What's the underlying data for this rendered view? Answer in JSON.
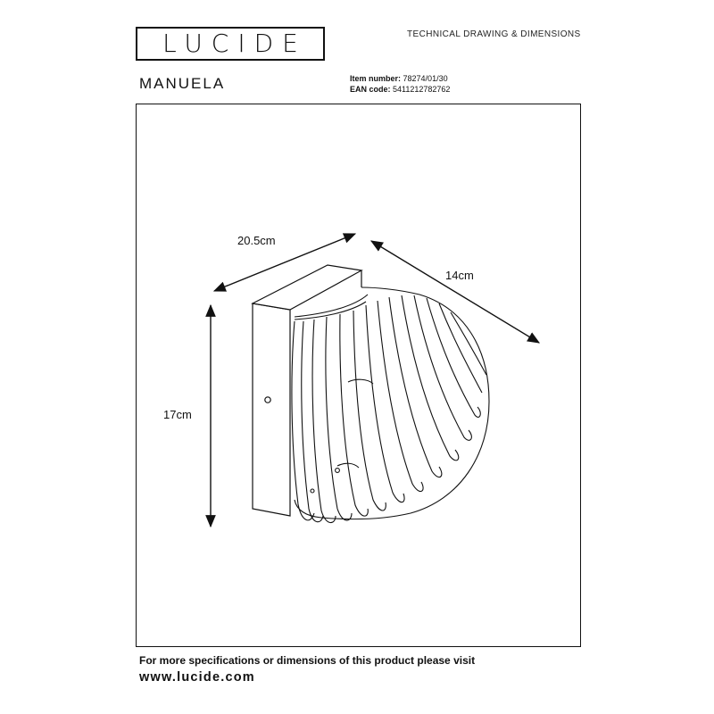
{
  "brand": {
    "logo": "LUCIDE"
  },
  "header": {
    "doc_type": "TECHNICAL DRAWING & DIMENSIONS"
  },
  "product": {
    "name": "MANUELA",
    "item_number_label": "Item number:",
    "item_number": "78274/01/30",
    "ean_label": "EAN code:",
    "ean": "5411212782762"
  },
  "dimensions": {
    "width": "20.5cm",
    "depth": "14cm",
    "height": "17cm"
  },
  "footer": {
    "note": "For more specifications or dimensions of this product please visit",
    "url": "www.lucide.com"
  }
}
